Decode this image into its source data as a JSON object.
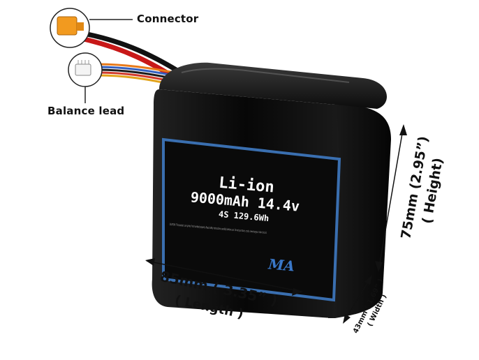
{
  "callouts": {
    "connector": "Connector",
    "balance_lead": "Balance lead"
  },
  "label": {
    "chemistry": "Li-ion",
    "capacity_voltage": "9000mAh 14.4v",
    "config_energy": "4S 129.6Wh",
    "caution_text": "CAUTION: This product can ignite if not handled properly. Read safety instructions carefully before use. Do not puncture, crush, overcharge or short circuit.",
    "logo": "MA"
  },
  "dimensions": {
    "length_line1": "85mm ( 3.35” )",
    "length_line2": "( Length )",
    "height_line1": "75mm (2.95”)",
    "height_line2": "( Height)",
    "width_line1": "43mm ( 1.69” )",
    "width_line2": "( Width )"
  },
  "colors": {
    "battery": "#0d0d0d",
    "label_border": "#3a6fb0",
    "connector": "#f29a1f",
    "red_wire": "#d21a1a"
  }
}
